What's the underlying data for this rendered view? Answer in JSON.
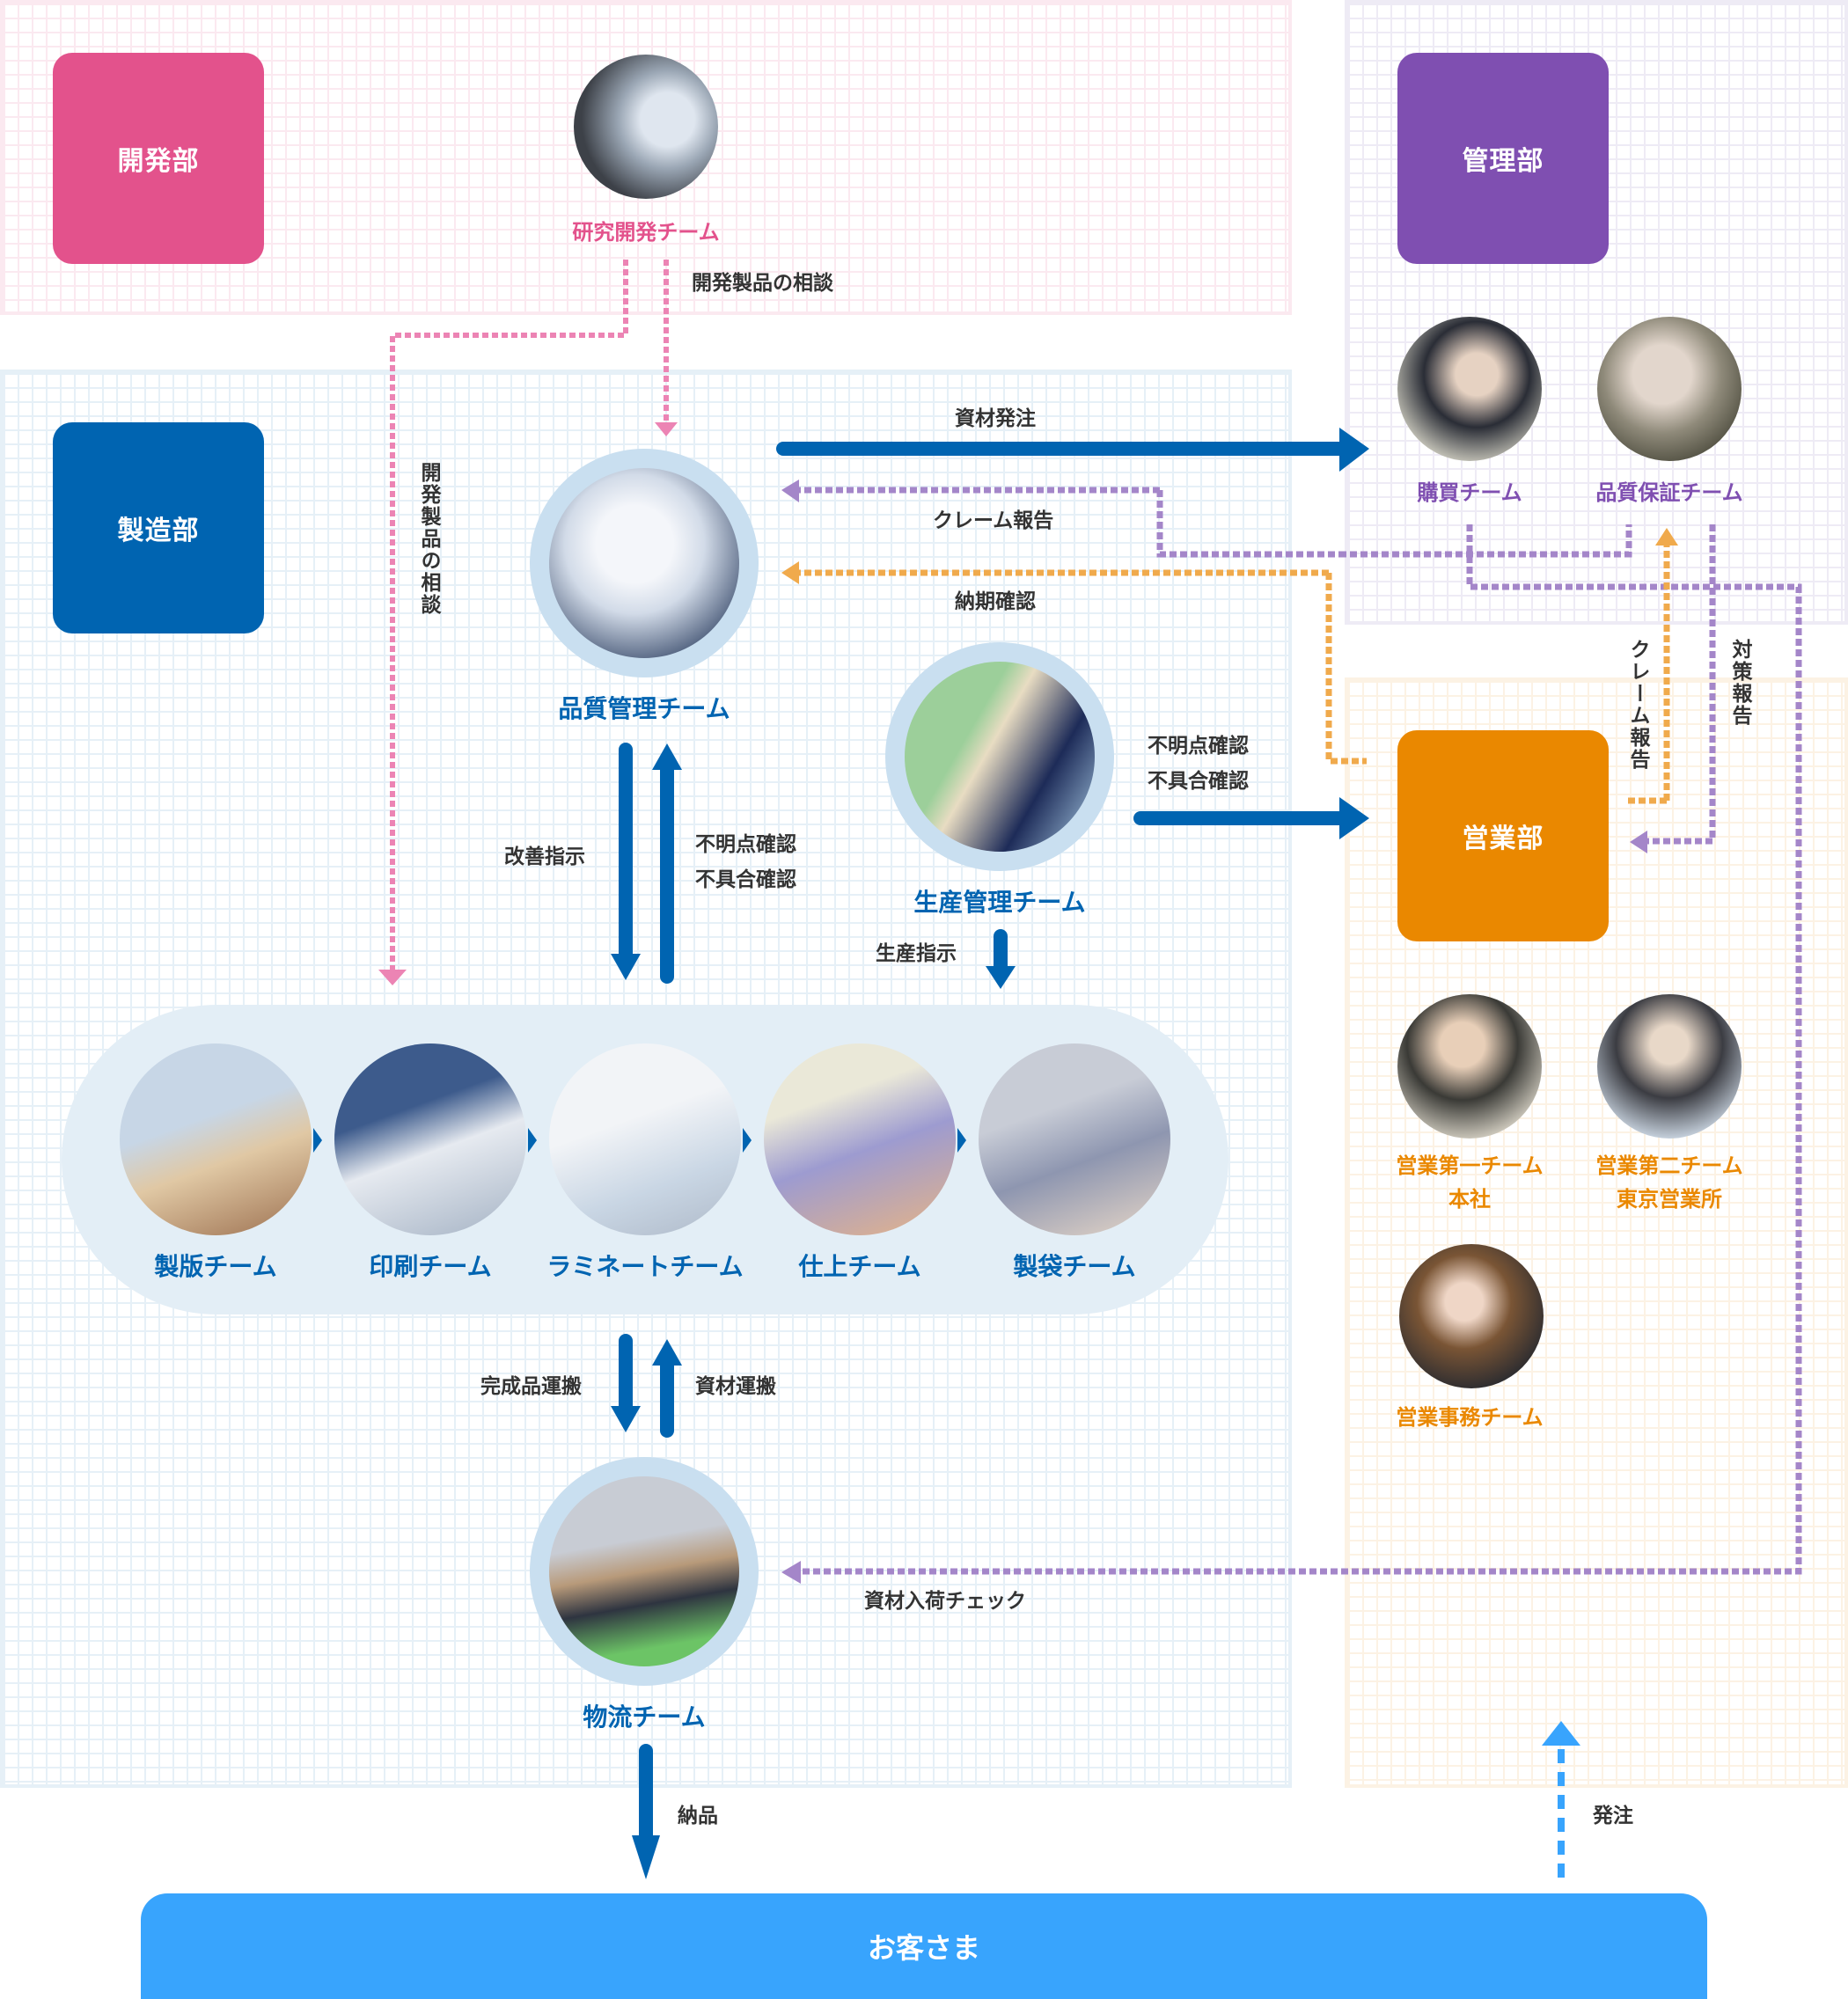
{
  "departments": {
    "development": {
      "name": "開発部",
      "color": "#e3528c"
    },
    "manufacturing": {
      "name": "製造部",
      "color": "#0064b1"
    },
    "administration": {
      "name": "管理部",
      "color": "#7f4fb1"
    },
    "sales": {
      "name": "営業部",
      "color": "#ea8800"
    }
  },
  "teams": {
    "rnd": "研究開発チーム",
    "quality_control": "品質管理チーム",
    "production_control": "生産管理チーム",
    "purchasing": "購買チーム",
    "quality_assurance": "品質保証チーム",
    "logistics": "物流チーム",
    "sales1": {
      "line1": "営業第一チーム",
      "line2": "本社"
    },
    "sales2": {
      "line1": "営業第二チーム",
      "line2": "東京営業所"
    },
    "sales_admin": "営業事務チーム"
  },
  "process_steps": [
    "製版チーム",
    "印刷チーム",
    "ラミネートチーム",
    "仕上チーム",
    "製袋チーム"
  ],
  "flows": {
    "dev_consult_top": "開発製品の相談",
    "dev_consult_vertical": "開発製品の相談",
    "material_order": "資材発注",
    "claim_report": "クレーム報告",
    "delivery_check": "納期確認",
    "improvement": "改善指示",
    "inquiry_line1": "不明点確認",
    "inquiry_line2": "不具合確認",
    "prod_inquiry_line1": "不明点確認",
    "prod_inquiry_line2": "不具合確認",
    "production_order": "生産指示",
    "claim_report_vertical": "クレーム報告",
    "countermeasure_report": "対策報告",
    "finished_transport": "完成品運搬",
    "material_transport": "資材運搬",
    "material_arrival_check": "資材入荷チェック",
    "delivery": "納品",
    "order": "発注"
  },
  "customer": "お客さま",
  "colors": {
    "pink": "#ec84b4",
    "blue": "#0064b1",
    "purple": "#a486c9",
    "orange": "#f0aa4c",
    "light_blue": "#38a4fd"
  }
}
